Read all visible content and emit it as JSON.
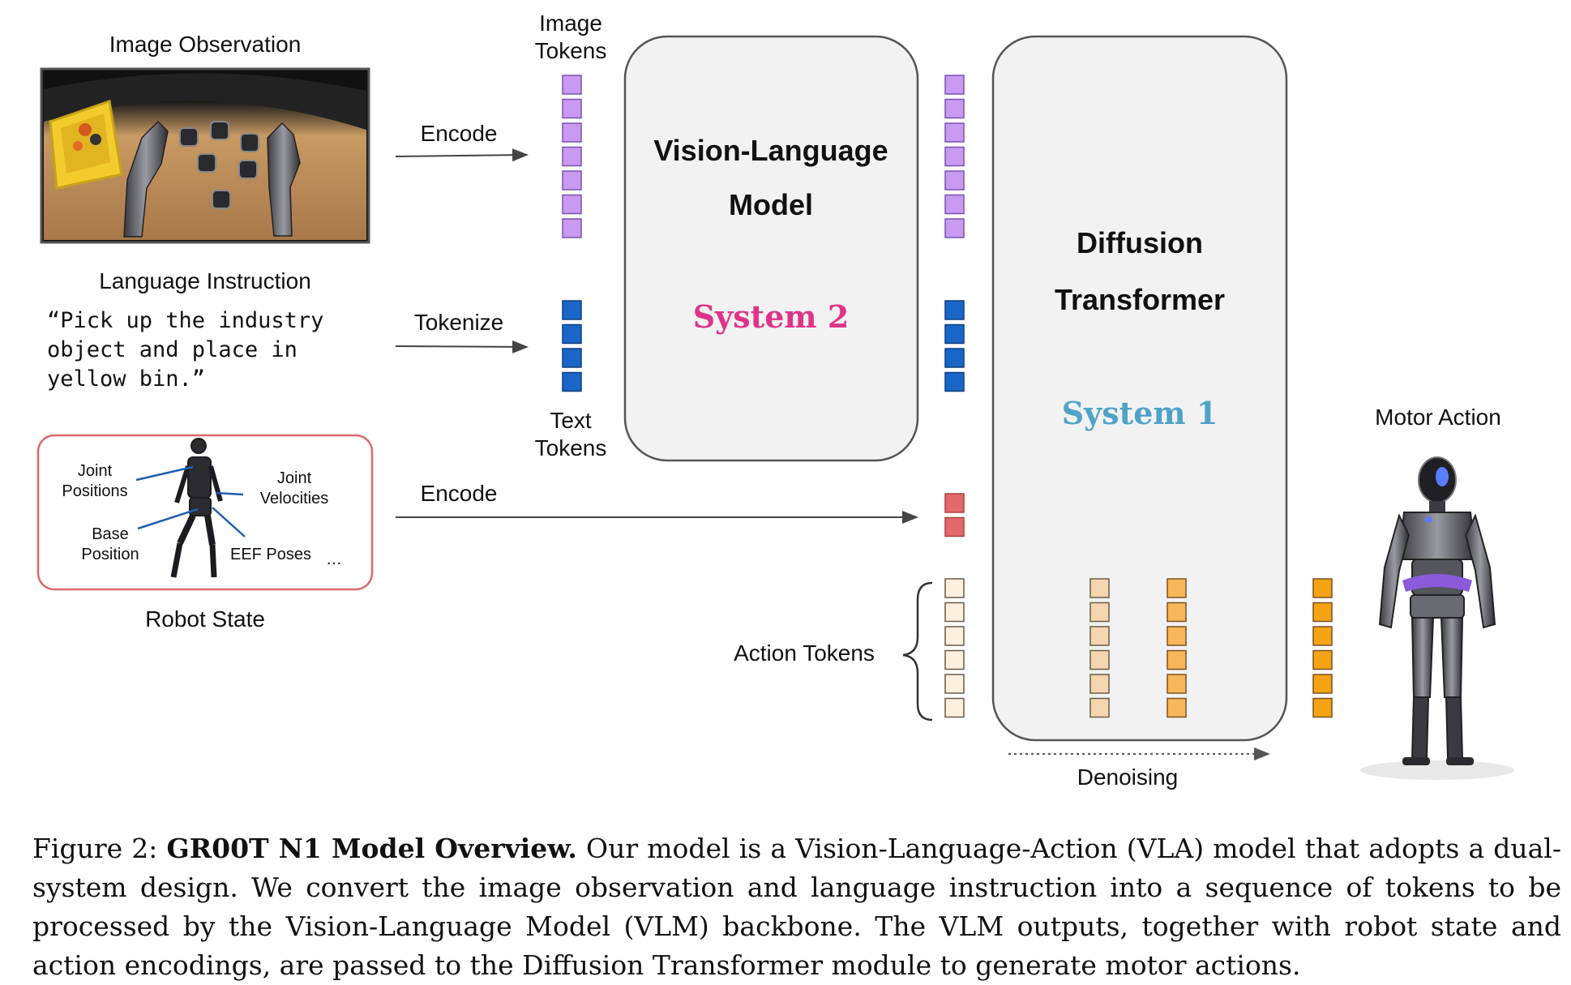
{
  "labels": {
    "image_observation": "Image Observation",
    "language_instruction": "Language Instruction",
    "instruction_lines": [
      "“Pick up the industry",
      "object and place in",
      "yellow bin.”"
    ],
    "image_tokens_lines": [
      "Image",
      "Tokens"
    ],
    "text_tokens_lines": [
      "Text",
      "Tokens"
    ],
    "encode_image": "Encode",
    "tokenize": "Tokenize",
    "encode_state": "Encode",
    "robot_state": "Robot State",
    "action_tokens": "Action Tokens",
    "motor_action": "Motor Action",
    "denoising": "Denoising"
  },
  "robot_state_parts": {
    "joint_positions": [
      "Joint",
      "Positions"
    ],
    "joint_velocities": [
      "Joint",
      "Velocities"
    ],
    "base_position": [
      "Base",
      "Position"
    ],
    "eef_poses": "EEF Poses",
    "ellipsis": "…"
  },
  "vlm_box": {
    "title_lines": [
      "Vision-Language",
      "Model"
    ],
    "system": "System 2"
  },
  "dit_box": {
    "title_lines": [
      "Diffusion",
      "Transformer"
    ],
    "system": "System 1"
  },
  "token_counts": {
    "image_tokens": 7,
    "text_tokens": 4,
    "state_tokens": 2,
    "action_tokens": 6
  },
  "colors": {
    "image_token": "#c89af0",
    "text_token": "#1a66c8",
    "state_token": "#e26a6a",
    "action_noisy": "#fdf0de",
    "action_mid": "#f4d7b0",
    "action_less_noisy": "#f8b65a",
    "action_out": "#f5a314",
    "system2": "#e03388",
    "system1": "#4fa3c8",
    "state_box_border": "#d96a6a"
  },
  "caption": {
    "label": "Figure 2:",
    "title": "GR00T N1 Model Overview.",
    "text": "Our model is a Vision-Language-Action (VLA) model that adopts a dual-system design. We convert the image observation and language instruction into a sequence of tokens to be processed by the Vision-Language Model (VLM) backbone. The VLM outputs, together with robot state and action encodings, are passed to the Diffusion Transformer module to generate motor actions."
  }
}
